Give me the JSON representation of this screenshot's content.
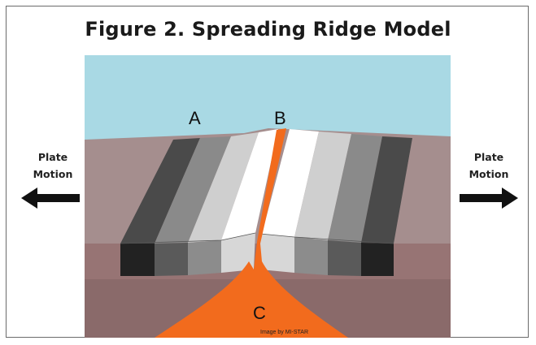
{
  "figure": {
    "title": "Figure 2. Spreading Ridge Model"
  },
  "labels": {
    "a": "A",
    "b": "B",
    "c": "C"
  },
  "plate_motion": {
    "left": {
      "line1": "Plate",
      "line2": "Motion",
      "direction": "left"
    },
    "right": {
      "line1": "Plate",
      "line2": "Motion",
      "direction": "right"
    }
  },
  "credit": "Image by MI-STAR",
  "colors": {
    "ocean": "#a9d9e4",
    "crust": "#a58e8e",
    "lower_crust": "#977474",
    "mantle": "#8a6a6a",
    "magma": "#f26b1d",
    "band_white": "#ffffff",
    "band_light": "#cfcfcf",
    "band_mid": "#8a8a8a",
    "band_dark": "#4a4a4a"
  }
}
